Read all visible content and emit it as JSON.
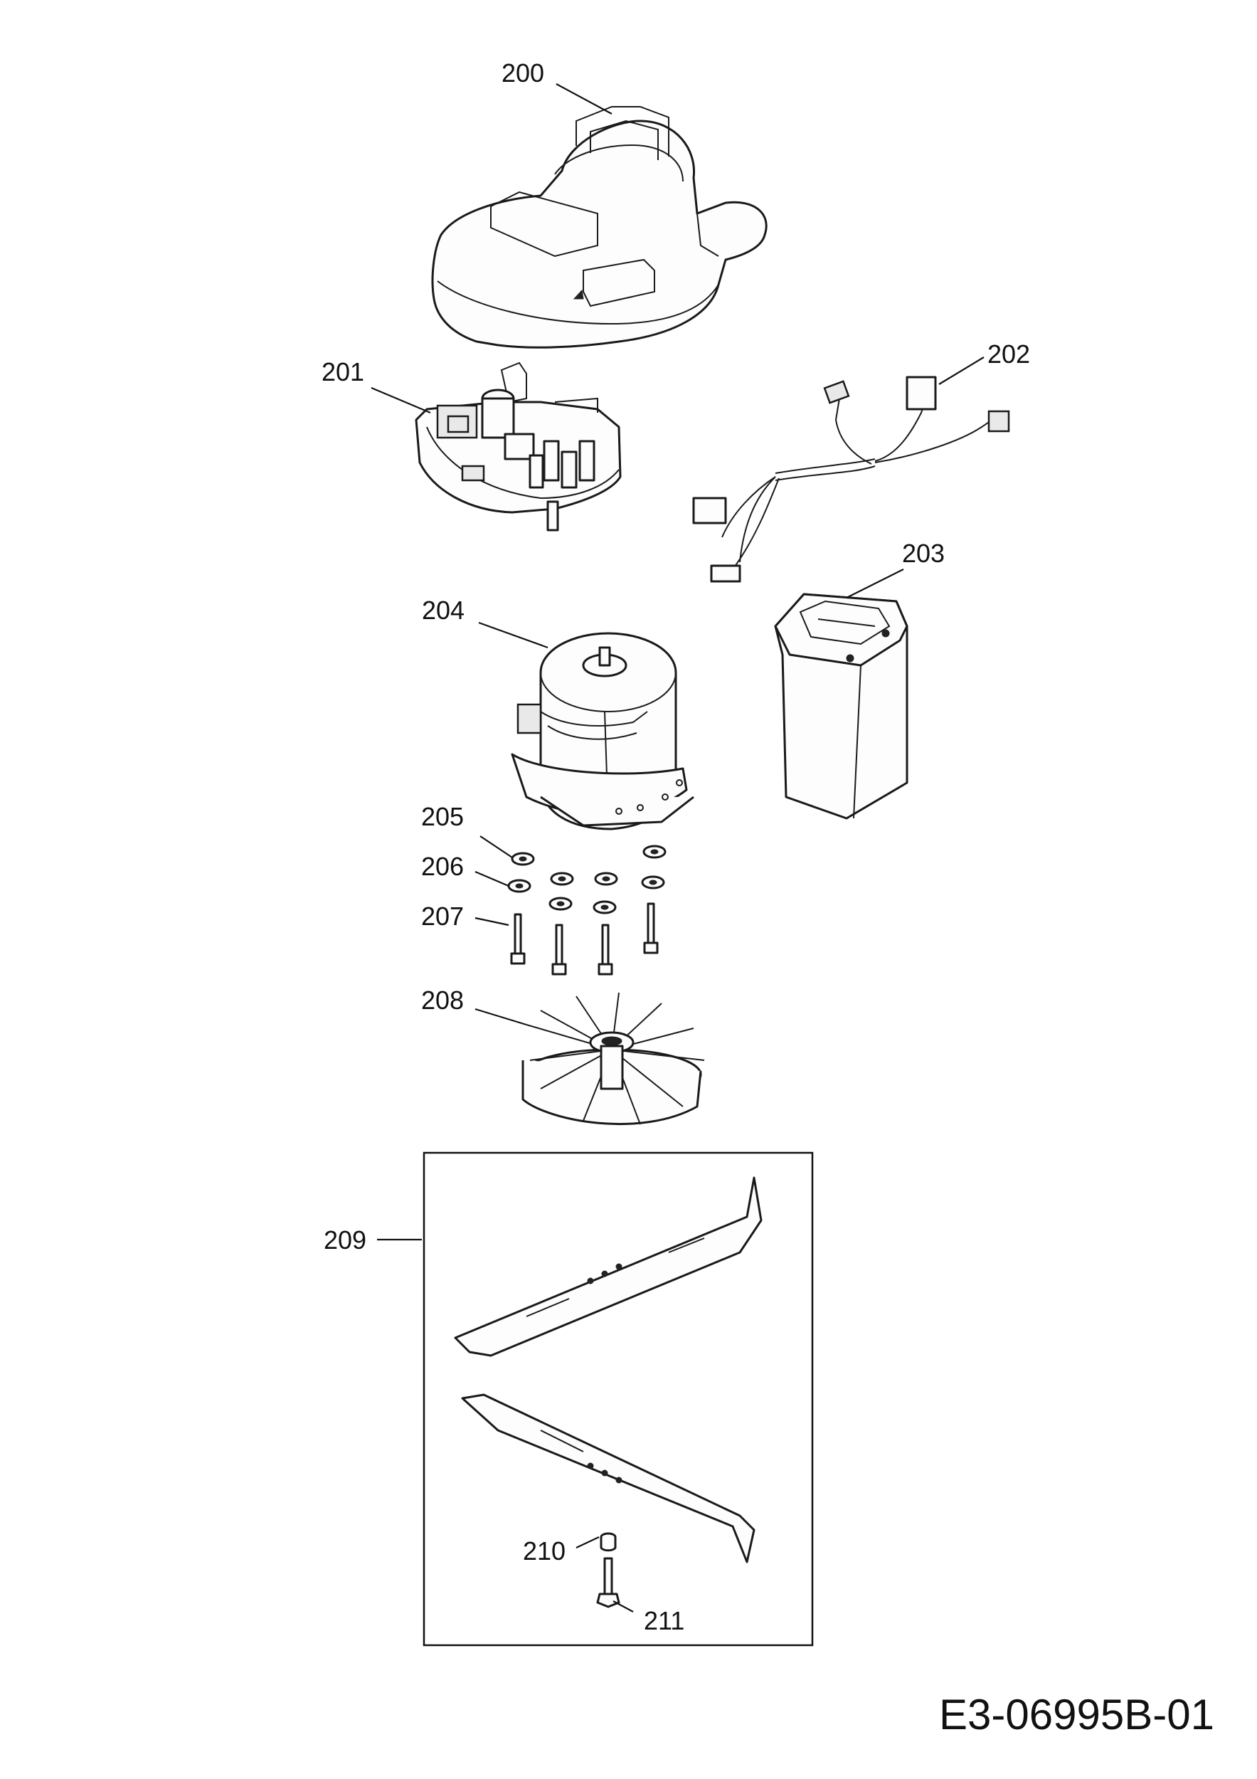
{
  "parts": [
    {
      "id": "200"
    },
    {
      "id": "201"
    },
    {
      "id": "202"
    },
    {
      "id": "203"
    },
    {
      "id": "204"
    },
    {
      "id": "205"
    },
    {
      "id": "206"
    },
    {
      "id": "207"
    },
    {
      "id": "208"
    },
    {
      "id": "209"
    },
    {
      "id": "210"
    },
    {
      "id": "211"
    }
  ],
  "drawing_code": "E3-06995B-01"
}
